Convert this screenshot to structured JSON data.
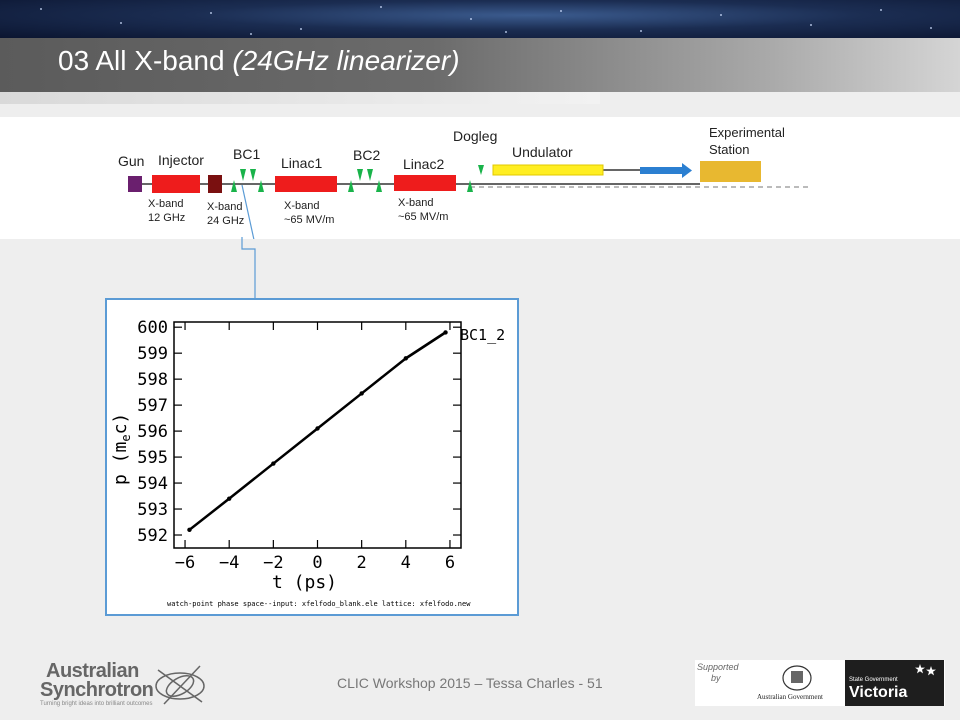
{
  "slide": {
    "title_main": "03 All X-band ",
    "title_sub": "(24GHz linearizer)"
  },
  "beamline": {
    "labels": {
      "gun": "Gun",
      "injector": "Injector",
      "bc1": "BC1",
      "linac1": "Linac1",
      "bc2": "BC2",
      "linac2": "Linac2",
      "dogleg": "Dogleg",
      "undulator": "Undulator",
      "experimental_1": "Experimental",
      "experimental_2": "Station"
    },
    "notes": {
      "inj_1": "X-band",
      "inj_2": "12 GHz",
      "lin_24_1": "X-band",
      "lin_24_2": "24 GHz",
      "linac1_1": "X-band",
      "linac1_2": "~65 MV/m",
      "linac2_1": "X-band",
      "linac2_2": "~65 MV/m"
    },
    "colors": {
      "gun": "#6a1f6e",
      "cavity": "#ee1c1c",
      "linearizer": "#7a1010",
      "magnet": "#19b34a",
      "undulator": "#ffee22",
      "arrow": "#2b7fd1",
      "station": "#e8b830",
      "connector": "#5b9bd5"
    }
  },
  "plot": {
    "ylabel": "p (m",
    "ylabel_sub": "e",
    "ylabel_end": "c)",
    "xlabel": "t (ps)",
    "tag": "BC1_2",
    "caption": "watch-point phase space--input: xfelfodo_blank.ele   lattice: xfelfodo.new"
  },
  "chart_data": {
    "type": "scatter",
    "xlabel": "t (ps)",
    "ylabel": "p (m_e c)",
    "xlim": [
      -6.5,
      6.5
    ],
    "ylim": [
      591.5,
      600.2
    ],
    "xticks": [
      -6,
      -4,
      -2,
      0,
      2,
      4,
      6
    ],
    "yticks": [
      592,
      593,
      594,
      595,
      596,
      597,
      598,
      599,
      600
    ],
    "series": [
      {
        "x": [
          -5.8,
          -4,
          -2,
          0,
          2,
          4,
          5.8
        ],
        "y": [
          592.2,
          593.4,
          594.75,
          596.1,
          597.45,
          598.8,
          599.8
        ]
      }
    ],
    "annotation": "BC1_2"
  },
  "footer": {
    "text": "CLIC Workshop 2015 – Tessa Charles - 51",
    "logo_1": "Australian",
    "logo_2": "Synchrotron",
    "tagline": "Turning bright ideas into brilliant outcomes",
    "supported_1": "Supported",
    "supported_2": "by",
    "aus_gov": "Australian Government",
    "state_gov": "State Government",
    "victoria": "Victoria"
  }
}
